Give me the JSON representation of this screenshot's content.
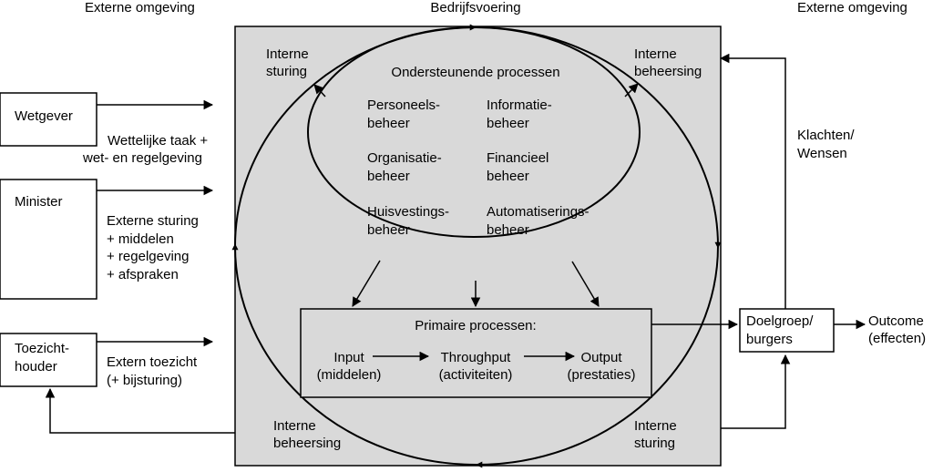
{
  "headers": {
    "left": "Externe omgeving",
    "center": "Bedrijfsvoering",
    "right": "Externe omgeving"
  },
  "actors": {
    "wetgever": "Wetgever",
    "minister": "Minister",
    "toezicht": [
      "Toezicht-",
      "houder"
    ]
  },
  "flows": {
    "wetgever": [
      "Wettelijke taak +",
      "wet- en regelgeving"
    ],
    "minister": [
      "Externe sturing",
      "+ middelen",
      "+ regelgeving",
      "+ afspraken"
    ],
    "toezicht": [
      "Extern toezicht",
      "(+ bijsturing)"
    ]
  },
  "corners": {
    "top_left": [
      "Interne",
      "sturing"
    ],
    "top_right": [
      "Interne",
      "beheersing"
    ],
    "bottom_left": [
      "Interne",
      "beheersing"
    ],
    "bottom_right": [
      "Interne",
      "sturing"
    ]
  },
  "support": {
    "title": "Ondersteunende processen",
    "items": [
      [
        "Personeels-",
        "beheer"
      ],
      [
        "Informatie-",
        "beheer"
      ],
      [
        "Organisatie-",
        "beheer"
      ],
      [
        "Financieel",
        "beheer"
      ],
      [
        "Huisvestings-",
        "beheer"
      ],
      [
        "Automatiserings-",
        "beheer"
      ]
    ]
  },
  "primary": {
    "title": "Primaire processen:",
    "steps": [
      [
        "Input",
        "(middelen)"
      ],
      [
        "Throughput",
        "(activiteiten)"
      ],
      [
        "Output",
        "(prestaties)"
      ]
    ]
  },
  "target": [
    "Doelgroep/",
    "burgers"
  ],
  "feedback": [
    "Klachten/",
    "Wensen"
  ],
  "outcome": [
    "Outcome",
    "(effecten)"
  ]
}
